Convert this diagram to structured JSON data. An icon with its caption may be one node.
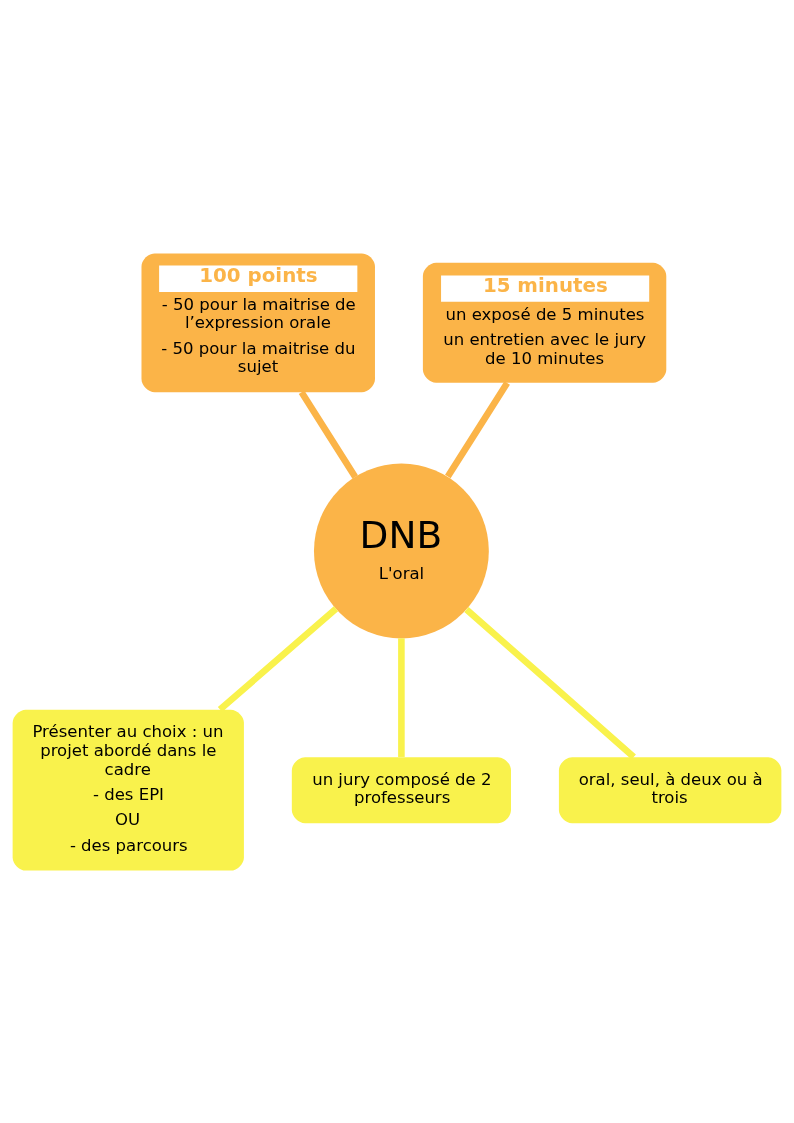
{
  "diagram": {
    "nodes": [
      {
        "text": [
          "DNB",
          "L'oral"
        ]
      },
      {
        "text": [
          "100 points",
          "- 50 pour la maitrise de l’expression orale",
          "- 50 pour la maitrise du sujet"
        ]
      },
      {
        "text": [
          "15 minutes",
          "un exposé de 5 minutes",
          "un entretien avec le jury de 10 minutes"
        ]
      },
      {
        "text": [
          "Présenter au choix : un projet abordé dans le cadre",
          "- des EPI",
          "OU",
          "- des parcours"
        ]
      },
      {
        "text": [
          "un jury composé de 2 professeurs"
        ]
      },
      {
        "text": [
          "oral, seul, à deux ou à trois"
        ]
      }
    ],
    "edges": [
      {
        "from": 1,
        "to": 0,
        "arrow": "none",
        "color": "#fbb448"
      },
      {
        "from": 2,
        "to": 0,
        "arrow": "none",
        "color": "#fbb448"
      },
      {
        "from": 0,
        "to": 3,
        "arrow": "none"
      },
      {
        "from": 0,
        "to": 4,
        "arrow": "none"
      },
      {
        "from": 0,
        "to": 5,
        "arrow": "none"
      }
    ]
  }
}
